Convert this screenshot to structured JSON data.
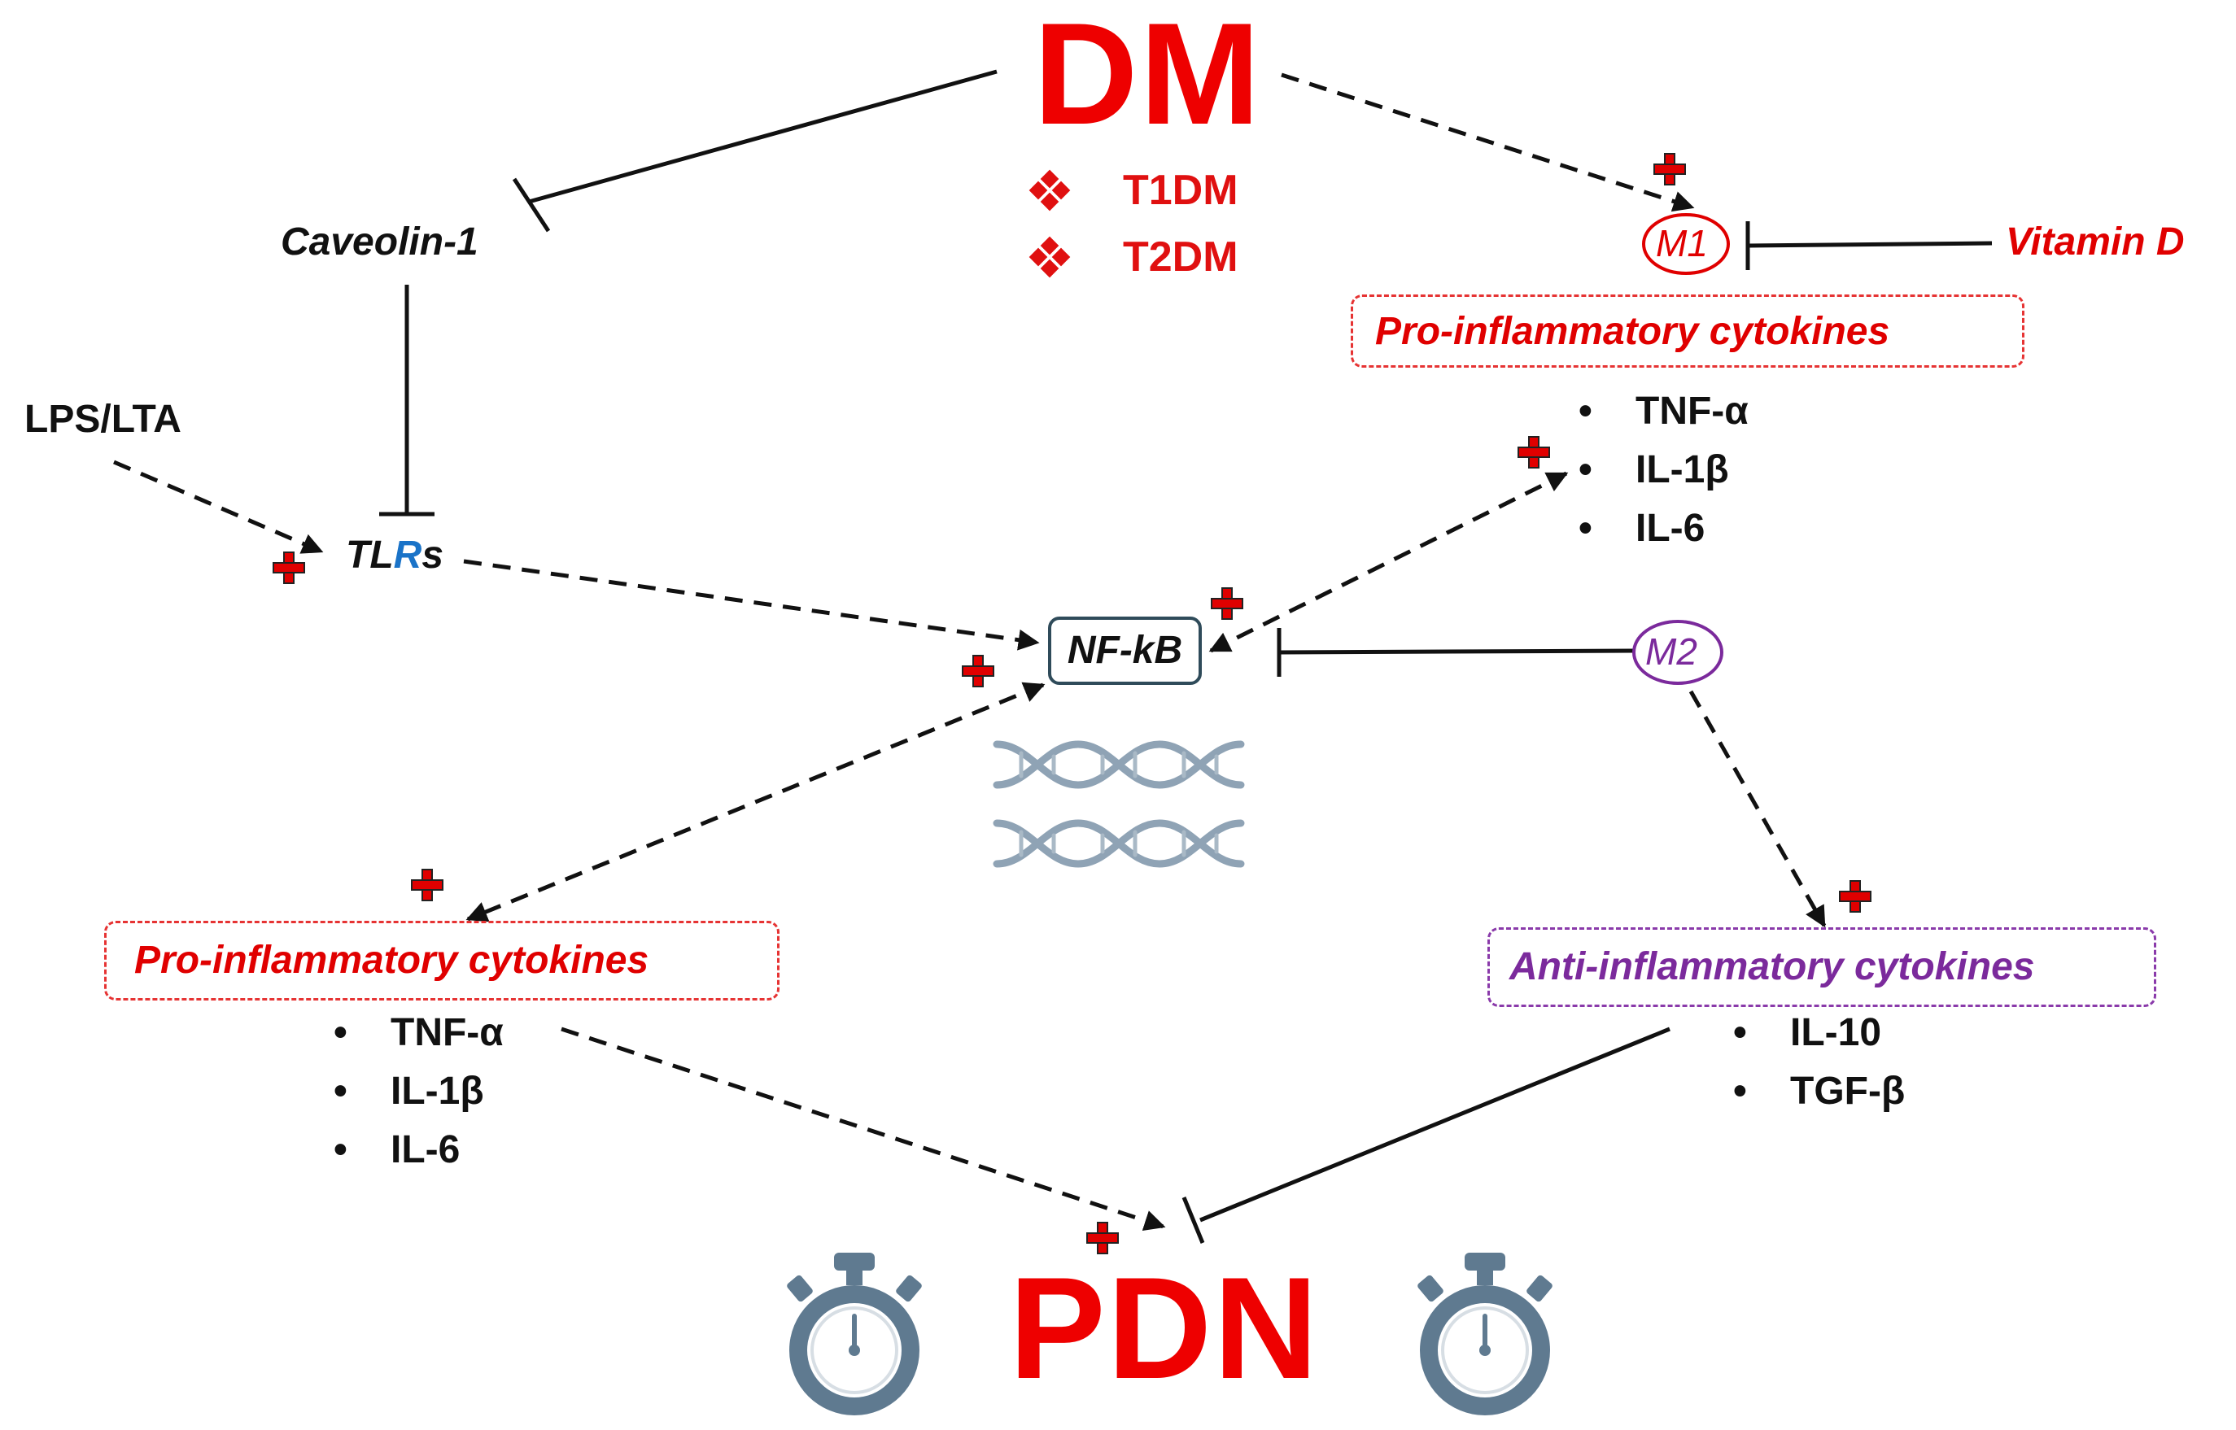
{
  "title": "DM",
  "dm_types": [
    "T1DM",
    "T2DM"
  ],
  "outcome": "PDN",
  "nodes": {
    "caveolin": "Caveolin-1",
    "lps": "LPS/LTA",
    "tlr_prefix": "TL",
    "tlr_r": "R",
    "tlr_suffix": "s",
    "nfkb": "NF-kB",
    "m1": "M1",
    "m2": "M2",
    "vitamin_d": "Vitamin D"
  },
  "pro_top": {
    "label": "Pro-inflammatory cytokines",
    "items": [
      "TNF-α",
      "IL-1β",
      "IL-6"
    ]
  },
  "pro_bottom": {
    "label": "Pro-inflammatory cytokines",
    "items": [
      "TNF-α",
      "IL-1β",
      "IL-6"
    ]
  },
  "anti": {
    "label": "Anti-inflammatory cytokines",
    "items": [
      "IL-10",
      "TGF-β"
    ]
  },
  "colors": {
    "red": "#e00000",
    "purple": "#7b2a9c",
    "tlr_blue": "#1a73c8",
    "dna": "#8fa3b5",
    "timer": "#5f7a90"
  },
  "icons": [
    "plus-icon",
    "dna-icon",
    "stopwatch-icon",
    "diamond-bullet-icon"
  ]
}
